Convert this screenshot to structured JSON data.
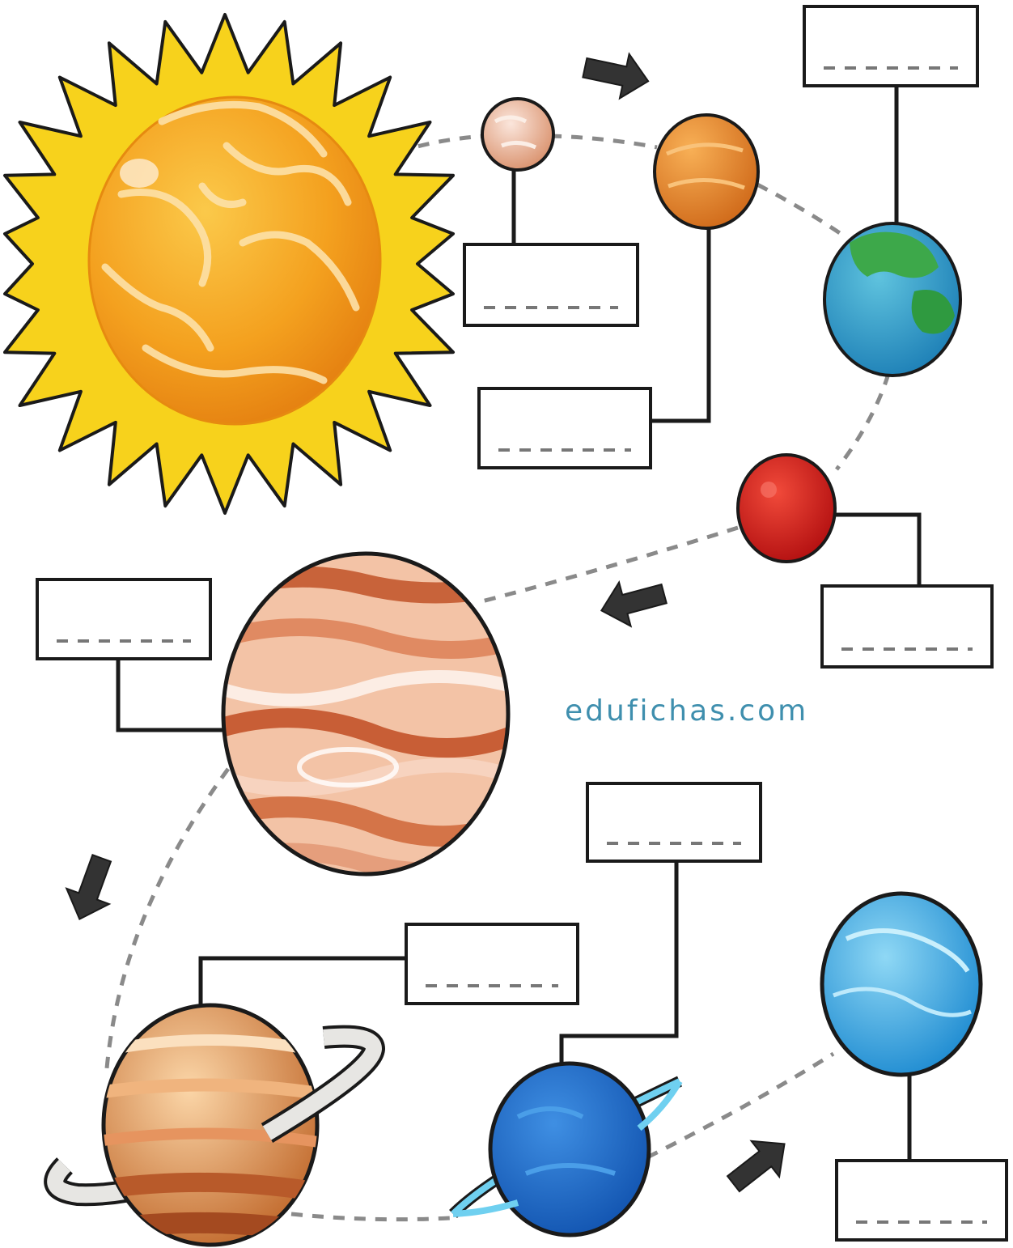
{
  "watermark": "edufichas.com",
  "colors": {
    "outline": "#1a1a1a",
    "orbit": "#8a8a8a",
    "arrow": "#333333",
    "watermark": "#3f8fae",
    "sun_rays": "#f7d21c",
    "sun_body": "#f4a11f"
  },
  "planet_labels": [
    {
      "id": "mercury-label",
      "value": "",
      "placeholder": "- - - - - - -"
    },
    {
      "id": "venus-label",
      "value": "",
      "placeholder": "- - - - - - -"
    },
    {
      "id": "earth-label",
      "value": "",
      "placeholder": "- - - - - - -"
    },
    {
      "id": "mars-label",
      "value": "",
      "placeholder": "- - - - - - -"
    },
    {
      "id": "jupiter-label",
      "value": "",
      "placeholder": "- - - - - - -"
    },
    {
      "id": "saturn-label",
      "value": "",
      "placeholder": "- - - - - - -"
    },
    {
      "id": "uranus-label",
      "value": "",
      "placeholder": "- - - - - - -"
    },
    {
      "id": "neptune-label",
      "value": "",
      "placeholder": "- - - - - - -"
    }
  ]
}
